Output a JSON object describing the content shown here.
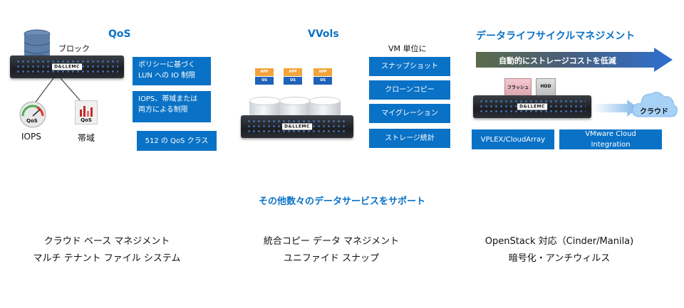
{
  "qos": {
    "title": "QoS",
    "block_label": "ブロック",
    "iops_label": "IOPS",
    "bandwidth_label": "帯域",
    "gauge_text": "QoS",
    "bars_text": "QoS",
    "boxes": [
      "ポリシーに基づく\nLUN への IO 制限",
      "IOPS、帯域または\n両方による制限",
      "512 の QoS クラス"
    ]
  },
  "vvols": {
    "title": "VVols",
    "vm_label": "VM 単位に",
    "chip_app": "APP",
    "chip_os": "OS",
    "boxes": [
      "スナップショット",
      "クローンコピー",
      "マイグレーション",
      "ストレージ統計"
    ]
  },
  "lifecycle": {
    "title": "データライフサイクルマネジメント",
    "arrow_text": "自動的にストレージコストを低減",
    "flash_label": "フラッシュ",
    "hdd_label": "HDD",
    "cloud_label": "クラウド",
    "boxes": [
      "VPLEX/CloudArray",
      "VMware Cloud Integration"
    ]
  },
  "server_logo": "D&LLEMC",
  "support_title": "その他数々のデータサービスをサポート",
  "services": {
    "col1": [
      "クラウド ベース マネジメント",
      "マルチ テナント ファイル システム"
    ],
    "col2": [
      "統合コピー データ マネジメント",
      "ユニファイド スナップ"
    ],
    "col3": [
      "OpenStack 対応（Cinder/Manila)",
      "暗号化・アンチウィルス"
    ]
  },
  "colors": {
    "accent": "#0a72c6",
    "arrow_start": "#5a6b4a",
    "arrow_end": "#2f6fd0"
  }
}
